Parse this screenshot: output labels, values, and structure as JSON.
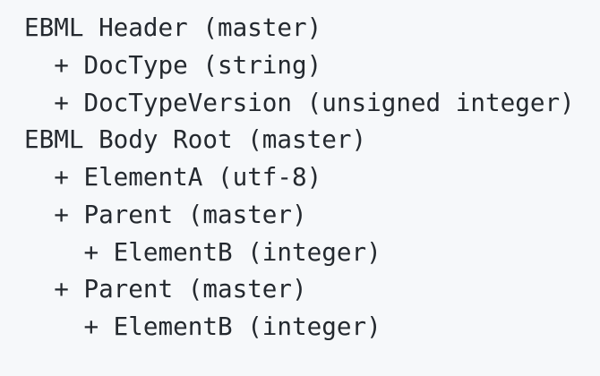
{
  "code_block": {
    "description": "EBML document tree structure code block",
    "background_color": "#f6f8fa",
    "text_color": "#24292f",
    "lines": [
      {
        "depth": 0,
        "bullet": "",
        "label": "EBML Header",
        "datatype": "master",
        "text": "EBML Header (master)"
      },
      {
        "depth": 1,
        "bullet": "+",
        "label": "DocType",
        "datatype": "string",
        "text": "  + DocType (string)"
      },
      {
        "depth": 1,
        "bullet": "+",
        "label": "DocTypeVersion",
        "datatype": "unsigned integer",
        "text": "  + DocTypeVersion (unsigned integer)"
      },
      {
        "depth": 0,
        "bullet": "",
        "label": "EBML Body Root",
        "datatype": "master",
        "text": "EBML Body Root (master)"
      },
      {
        "depth": 1,
        "bullet": "+",
        "label": "ElementA",
        "datatype": "utf-8",
        "text": "  + ElementA (utf-8)"
      },
      {
        "depth": 1,
        "bullet": "+",
        "label": "Parent",
        "datatype": "master",
        "text": "  + Parent (master)"
      },
      {
        "depth": 2,
        "bullet": "+",
        "label": "ElementB",
        "datatype": "integer",
        "text": "    + ElementB (integer)"
      },
      {
        "depth": 1,
        "bullet": "+",
        "label": "Parent",
        "datatype": "master",
        "text": "  + Parent (master)"
      },
      {
        "depth": 2,
        "bullet": "+",
        "label": "ElementB",
        "datatype": "integer",
        "text": "    + ElementB (integer)"
      }
    ]
  }
}
